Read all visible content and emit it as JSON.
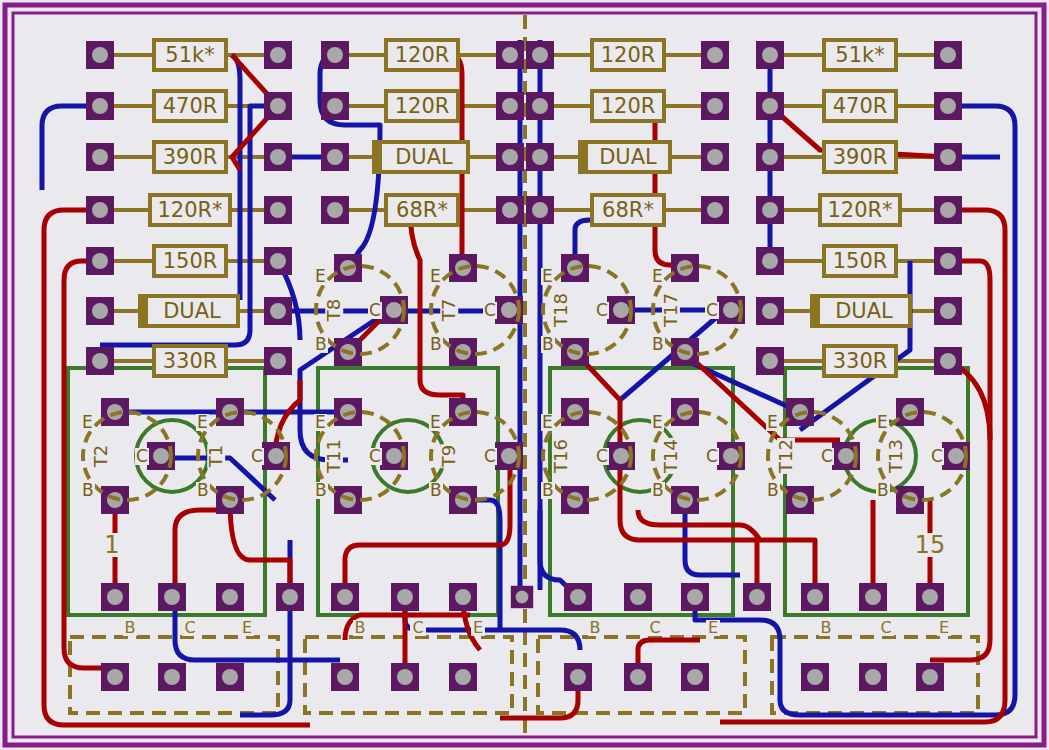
{
  "diagram": {
    "nodes": [
      {
        "text": [
          "51k*"
        ]
      },
      {
        "text": [
          "120R"
        ]
      },
      {
        "text": [
          "120R"
        ]
      },
      {
        "text": [
          "51k*"
        ]
      },
      {
        "text": [
          "470R"
        ]
      },
      {
        "text": [
          "120R"
        ]
      },
      {
        "text": [
          "120R"
        ]
      },
      {
        "text": [
          "470R"
        ]
      },
      {
        "text": [
          "390R"
        ]
      },
      {
        "text": [
          "DUAL"
        ]
      },
      {
        "text": [
          "DUAL"
        ]
      },
      {
        "text": [
          "390R"
        ]
      },
      {
        "text": [
          "120R*"
        ]
      },
      {
        "text": [
          "68R*"
        ]
      },
      {
        "text": [
          "68R*"
        ]
      },
      {
        "text": [
          "120R*"
        ]
      },
      {
        "text": [
          "150R"
        ]
      },
      {
        "text": [
          "150R"
        ]
      },
      {
        "text": [
          "DUAL"
        ]
      },
      {
        "text": [
          "T8",
          "E",
          "C",
          "B"
        ]
      },
      {
        "text": [
          "T7",
          "E",
          "C",
          "B"
        ]
      },
      {
        "text": [
          "T18",
          "E",
          "C",
          "B"
        ]
      },
      {
        "text": [
          "T17",
          "E",
          "C",
          "B"
        ]
      },
      {
        "text": [
          "DUAL"
        ]
      },
      {
        "text": [
          "330R"
        ]
      },
      {
        "text": [
          "330R"
        ]
      },
      {
        "text": [
          "T2",
          "E",
          "C",
          "B"
        ]
      },
      {
        "text": [
          "T1",
          "E",
          "C",
          "B"
        ]
      },
      {
        "text": [
          "T11",
          "E",
          "C",
          "B"
        ]
      },
      {
        "text": [
          "T9",
          "E",
          "C",
          "B"
        ]
      },
      {
        "text": [
          "T16",
          "E",
          "C",
          "B"
        ]
      },
      {
        "text": [
          "T14",
          "E",
          "C",
          "B"
        ]
      },
      {
        "text": [
          "T12",
          "E",
          "C",
          "B"
        ]
      },
      {
        "text": [
          "T13",
          "E",
          "C",
          "B"
        ]
      }
    ],
    "labels": [
      "1",
      "15",
      "B",
      "C",
      "E",
      "B",
      "C",
      "E",
      "B",
      "C",
      "E",
      "B",
      "C",
      "E"
    ]
  }
}
